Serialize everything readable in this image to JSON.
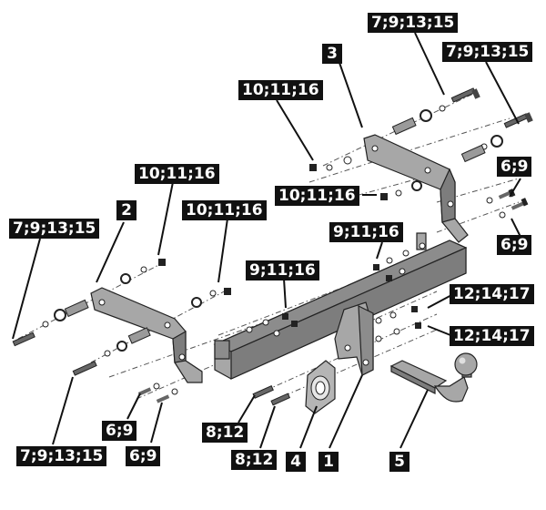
{
  "parts": {
    "p1": "1",
    "p2": "2",
    "p3": "3",
    "p4": "4",
    "p5": "5"
  },
  "hardware": {
    "bolt_m12_top_a": "7;9;13;15",
    "bolt_m12_top_b": "7;9;13;15",
    "nut_set_top": "10;11;16",
    "nut_set_right_bracket": "10;11;16",
    "bolt_m8_right_a": "6;9",
    "bolt_m8_right_b": "6;9",
    "nut_set_center": "9;11;16",
    "nut_set_ball_a": "12;14;17",
    "nut_set_ball_b": "12;14;17",
    "bolt_m12_left": "7;9;13;15",
    "nut_set_left_a": "10;11;16",
    "nut_set_left_b": "10;11;16",
    "nut_set_left_center": "9;11;16",
    "bolt_m12_bottom_left": "7;9;13;15",
    "bolt_m8_left_a": "6;9",
    "bolt_m8_left_b": "6;9",
    "bolt_plate_a": "8;12",
    "bolt_plate_b": "8;12"
  },
  "colors": {
    "label_bg": "#111111",
    "label_text": "#ffffff",
    "part_fill": "#a7a7a7",
    "part_dark": "#7d7d7d"
  }
}
